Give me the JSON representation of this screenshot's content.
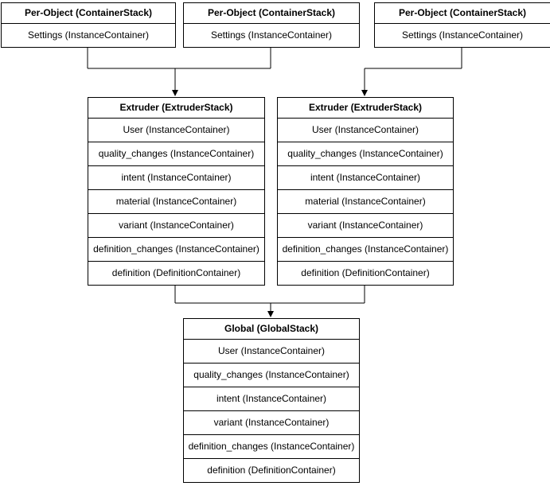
{
  "diagram": {
    "colors": {
      "border": "#000000",
      "background": "#ffffff",
      "text": "#000000"
    },
    "per_object_stacks": [
      {
        "title": "Per-Object (ContainerStack)",
        "rows": [
          "Settings (InstanceContainer)"
        ]
      },
      {
        "title": "Per-Object (ContainerStack)",
        "rows": [
          "Settings (InstanceContainer)"
        ]
      },
      {
        "title": "Per-Object (ContainerStack)",
        "rows": [
          "Settings (InstanceContainer)"
        ]
      }
    ],
    "extruder_stacks": [
      {
        "title": "Extruder (ExtruderStack)",
        "rows": [
          "User (InstanceContainer)",
          "quality_changes (InstanceContainer)",
          "intent (InstanceContainer)",
          "material (InstanceContainer)",
          "variant (InstanceContainer)",
          "definition_changes (InstanceContainer)",
          "definition (DefinitionContainer)"
        ]
      },
      {
        "title": "Extruder (ExtruderStack)",
        "rows": [
          "User (InstanceContainer)",
          "quality_changes (InstanceContainer)",
          "intent (InstanceContainer)",
          "material (InstanceContainer)",
          "variant (InstanceContainer)",
          "definition_changes (InstanceContainer)",
          "definition (DefinitionContainer)"
        ]
      }
    ],
    "global_stack": {
      "title": "Global (GlobalStack)",
      "rows": [
        "User (InstanceContainer)",
        "quality_changes (InstanceContainer)",
        "intent (InstanceContainer)",
        "variant (InstanceContainer)",
        "definition_changes (InstanceContainer)",
        "definition (DefinitionContainer)"
      ]
    }
  }
}
